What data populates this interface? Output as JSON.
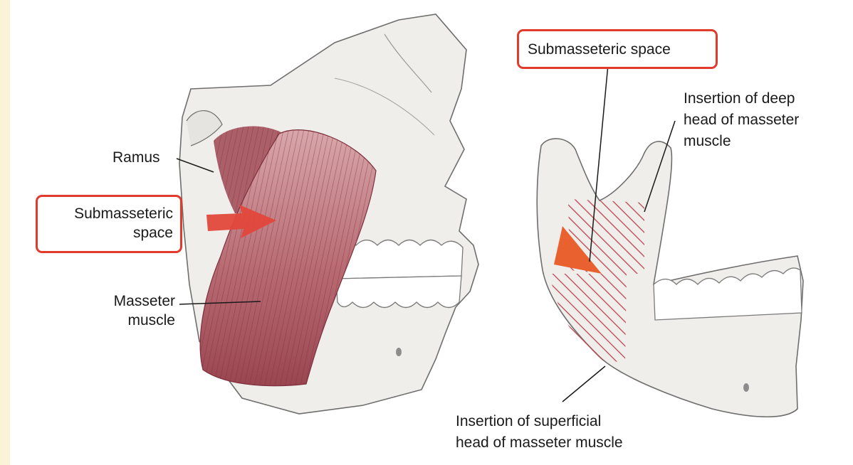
{
  "colors": {
    "bone": "#efeeeb",
    "bone_outline": "#6e6e6e",
    "muscle": "#b05a63",
    "muscle_dark": "#7d2f3a",
    "hatch": "#c0434f",
    "arrow": "#e2473b",
    "highlight_box": "#e23b2e",
    "wedge": "#e8612f",
    "left_stripe": "#fbf3d8"
  },
  "icons": {
    "submasseteric_arrow": "red-arrow-icon",
    "submasseteric_wedge": "orange-wedge-icon"
  },
  "labels": {
    "ramus": "Ramus",
    "submasseteric_left": [
      "Submasseteric",
      "space"
    ],
    "masseter_muscle": [
      "Masseter",
      "muscle"
    ],
    "submasseteric_right": "Submasseteric space",
    "deep_head": [
      "Insertion of deep",
      "head of masseter",
      "muscle"
    ],
    "superficial_head": [
      "Insertion of superficial",
      "head of masseter muscle"
    ]
  }
}
